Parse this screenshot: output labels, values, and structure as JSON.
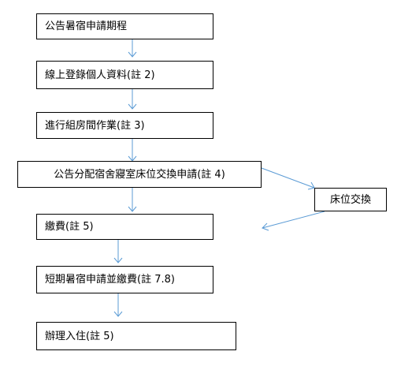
{
  "diagram": {
    "line_color": "#5b9bd5",
    "box_border_color": "#000000",
    "nodes": [
      {
        "id": "n1",
        "label": "公告暑宿申請期程"
      },
      {
        "id": "n2",
        "label": "線上登錄個人資料(註 2)"
      },
      {
        "id": "n3",
        "label": "進行組房間作業(註 3)"
      },
      {
        "id": "n4",
        "label": "公告分配宿舍寢室床位交換申請(註 4)"
      },
      {
        "id": "n5",
        "label": "床位交換"
      },
      {
        "id": "n6",
        "label": "繳費(註 5)"
      },
      {
        "id": "n7",
        "label": "短期暑宿申請並繳費(註 7.8)"
      },
      {
        "id": "n8",
        "label": "辦理入住(註 5)"
      }
    ],
    "edges": [
      {
        "from": "n1",
        "to": "n2"
      },
      {
        "from": "n2",
        "to": "n3"
      },
      {
        "from": "n3",
        "to": "n4"
      },
      {
        "from": "n4",
        "to": "n6"
      },
      {
        "from": "n4",
        "to": "n5"
      },
      {
        "from": "n5",
        "to": "n6"
      },
      {
        "from": "n6",
        "to": "n7"
      },
      {
        "from": "n7",
        "to": "n8"
      }
    ]
  }
}
